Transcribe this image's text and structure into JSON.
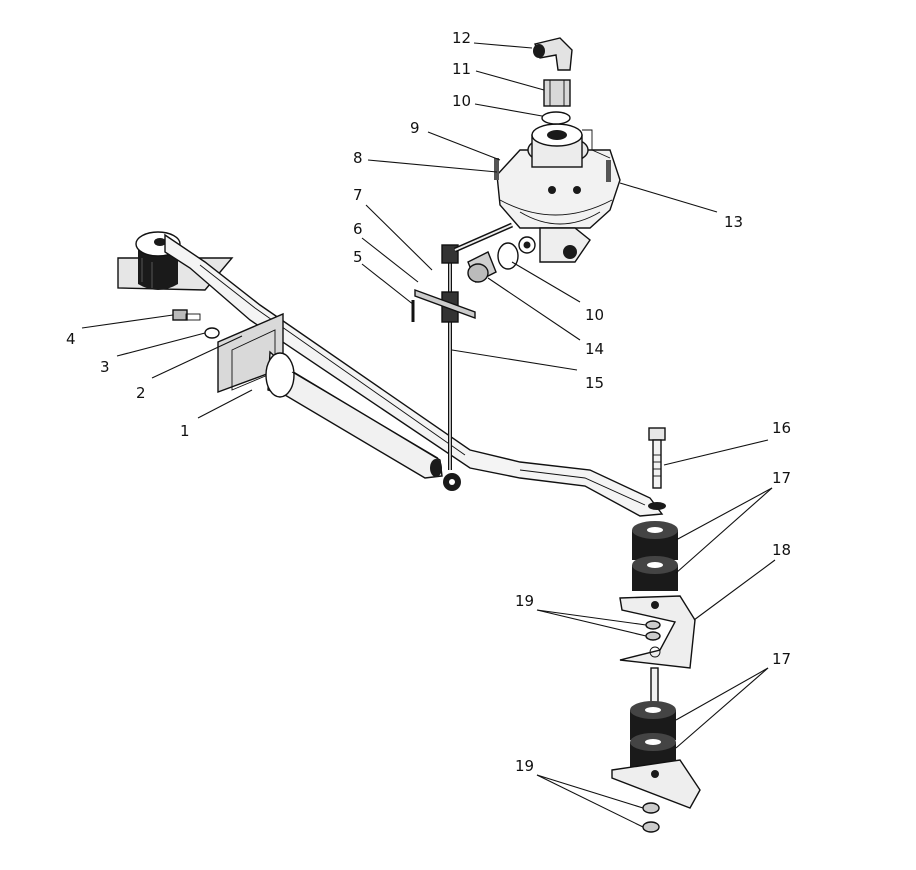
{
  "callouts": [
    {
      "id": "1",
      "text": "1"
    },
    {
      "id": "2",
      "text": "2"
    },
    {
      "id": "3",
      "text": "3"
    },
    {
      "id": "4",
      "text": "4"
    },
    {
      "id": "5",
      "text": "5"
    },
    {
      "id": "6",
      "text": "6"
    },
    {
      "id": "7",
      "text": "7"
    },
    {
      "id": "8",
      "text": "8"
    },
    {
      "id": "9",
      "text": "9"
    },
    {
      "id": "10a",
      "text": "10"
    },
    {
      "id": "10b",
      "text": "10"
    },
    {
      "id": "11",
      "text": "11"
    },
    {
      "id": "12",
      "text": "12"
    },
    {
      "id": "13",
      "text": "13"
    },
    {
      "id": "14",
      "text": "14"
    },
    {
      "id": "15",
      "text": "15"
    },
    {
      "id": "16",
      "text": "16"
    },
    {
      "id": "17a",
      "text": "17"
    },
    {
      "id": "17b",
      "text": "17"
    },
    {
      "id": "18",
      "text": "18"
    },
    {
      "id": "19a",
      "text": "19"
    },
    {
      "id": "19b",
      "text": "19"
    }
  ],
  "colors": {
    "line": "#111111",
    "fill": "#ffffff",
    "dark": "#1a1a1a",
    "mid": "#9a9a9a",
    "light": "#dcdcdc"
  }
}
